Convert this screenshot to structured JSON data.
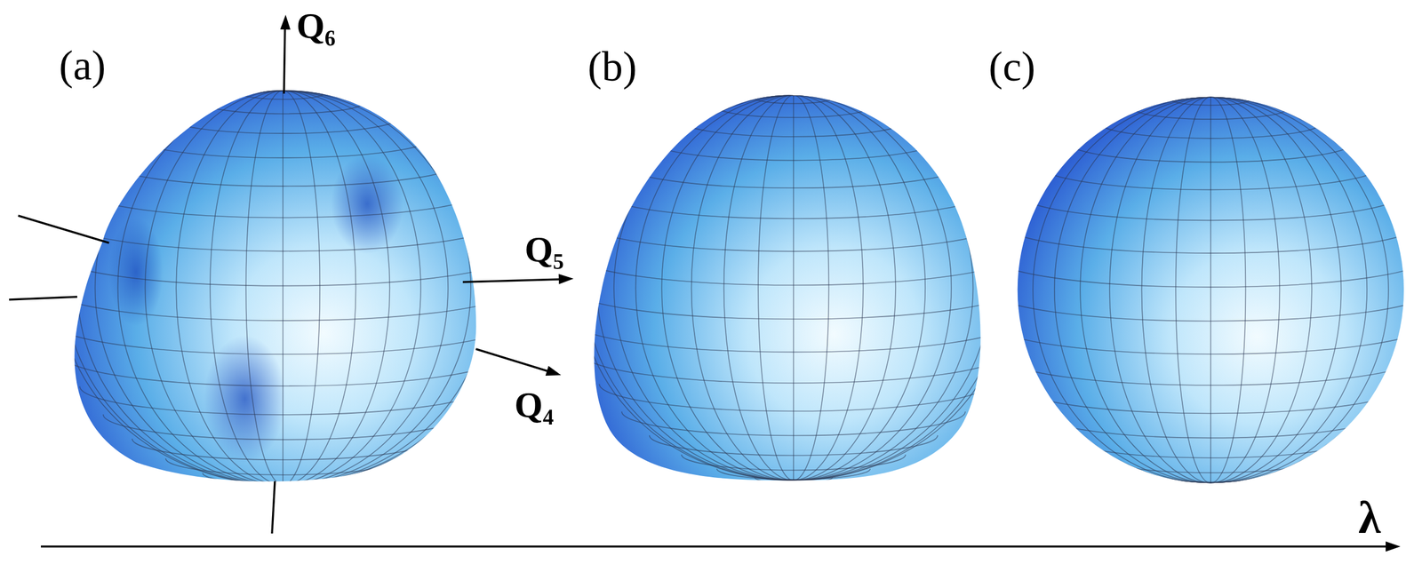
{
  "diagram": {
    "labels": [
      "(a)",
      "Q₆",
      "(b)",
      "(c)",
      "Q₅",
      "Q₄",
      "λ"
    ]
  }
}
